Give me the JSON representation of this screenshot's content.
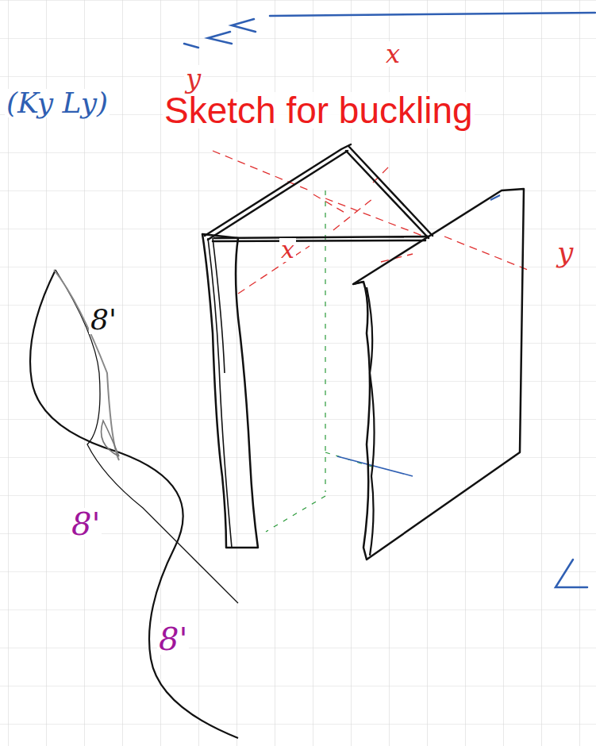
{
  "diagram": {
    "title": "Sketch for buckling",
    "labels": [
      "(Ky Ly)",
      "y",
      "x",
      "x",
      "y",
      "8'",
      "8'",
      "8'"
    ]
  }
}
